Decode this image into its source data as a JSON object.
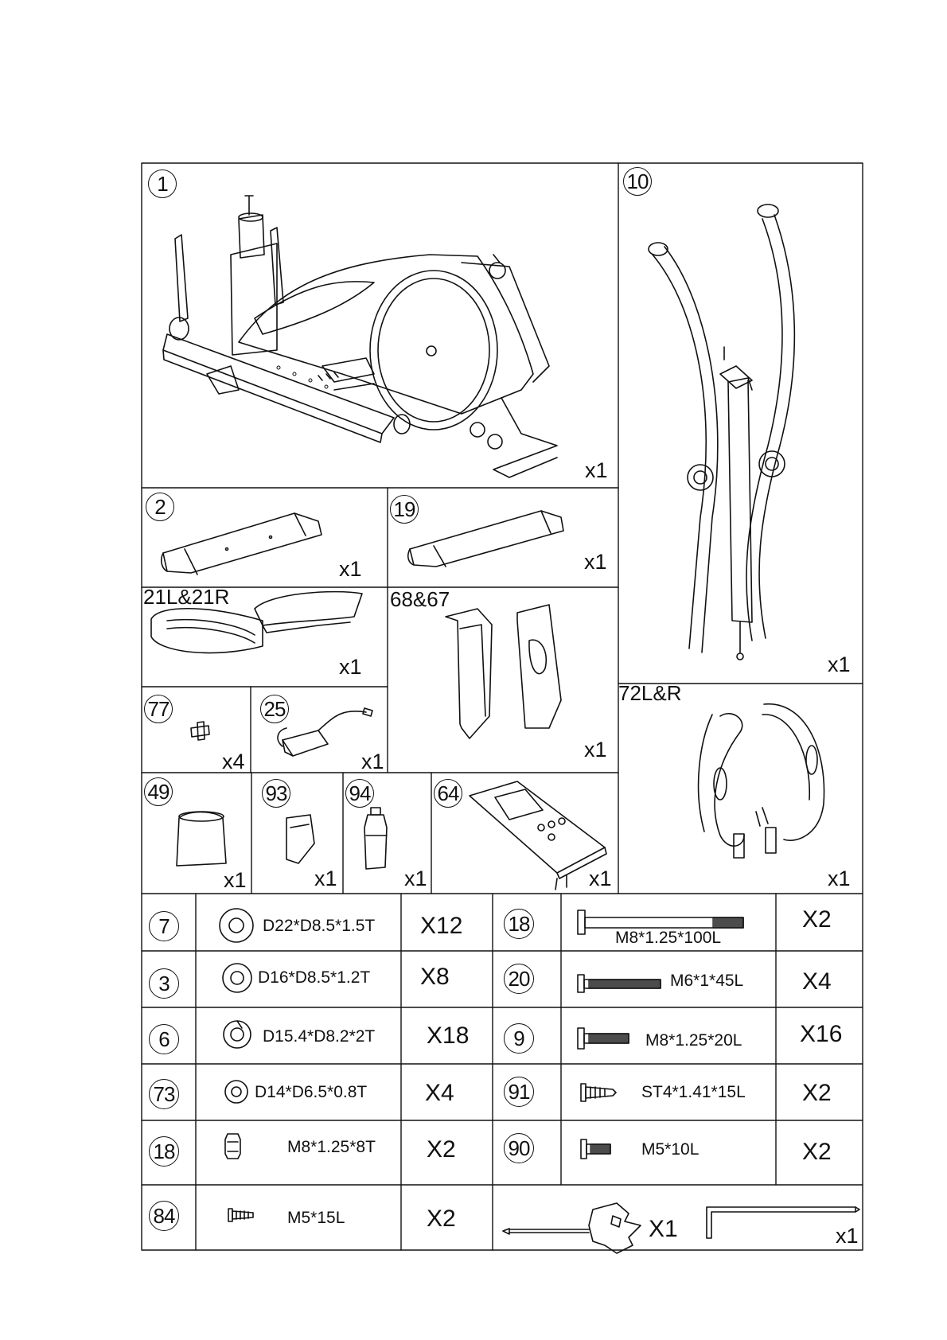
{
  "parts": [
    {
      "id": "part-1",
      "label": "1",
      "qty": "x1"
    },
    {
      "id": "part-10",
      "label": "10",
      "qty": "x1"
    },
    {
      "id": "part-2",
      "label": "2",
      "qty": "x1"
    },
    {
      "id": "part-19",
      "label": "19",
      "qty": "x1"
    },
    {
      "id": "part-21",
      "label": "21L&21R",
      "qty": "x1"
    },
    {
      "id": "part-68",
      "label": "68&67",
      "qty": "x1"
    },
    {
      "id": "part-77",
      "label": "77",
      "qty": "x4"
    },
    {
      "id": "part-25",
      "label": "25",
      "qty": "x1"
    },
    {
      "id": "part-72",
      "label": "72L&R",
      "qty": "x1"
    },
    {
      "id": "part-49",
      "label": "49",
      "qty": "x1"
    },
    {
      "id": "part-93",
      "label": "93",
      "qty": "x1"
    },
    {
      "id": "part-94",
      "label": "94",
      "qty": "x1"
    },
    {
      "id": "part-64",
      "label": "64",
      "qty": "x1"
    }
  ],
  "hardware": {
    "left": [
      {
        "no": "7",
        "spec": "D22*D8.5*1.5T",
        "qty": "X12",
        "icon": "washer-icon"
      },
      {
        "no": "3",
        "spec": "D16*D8.5*1.2T",
        "qty": "X8",
        "icon": "washer-icon"
      },
      {
        "no": "6",
        "spec": "D15.4*D8.2*2T",
        "qty": "X18",
        "icon": "spring-washer-icon"
      },
      {
        "no": "73",
        "spec": "D14*D6.5*0.8T",
        "qty": "X4",
        "icon": "washer-icon"
      },
      {
        "no": "18",
        "spec": "M8*1.25*8T",
        "qty": "X2",
        "icon": "nut-icon"
      },
      {
        "no": "84",
        "spec": "M5*15L",
        "qty": "X2",
        "icon": "screw-icon"
      }
    ],
    "right": [
      {
        "no": "18",
        "spec": "M8*1.25*100L",
        "qty": "X2",
        "icon": "bolt-icon"
      },
      {
        "no": "20",
        "spec": "M6*1*45L",
        "qty": "X4",
        "icon": "bolt-icon"
      },
      {
        "no": "9",
        "spec": "M8*1.25*20L",
        "qty": "X16",
        "icon": "bolt-icon"
      },
      {
        "no": "91",
        "spec": "ST4*1.41*15L",
        "qty": "X2",
        "icon": "screw-icon"
      },
      {
        "no": "90",
        "spec": "M5*10L",
        "qty": "X2",
        "icon": "screw-icon"
      }
    ],
    "tools": [
      {
        "id": "wrench",
        "qty": "X1",
        "icon": "wrench-screwdriver-icon"
      },
      {
        "id": "allen-key",
        "qty": "x1",
        "icon": "allen-key-icon"
      }
    ]
  }
}
